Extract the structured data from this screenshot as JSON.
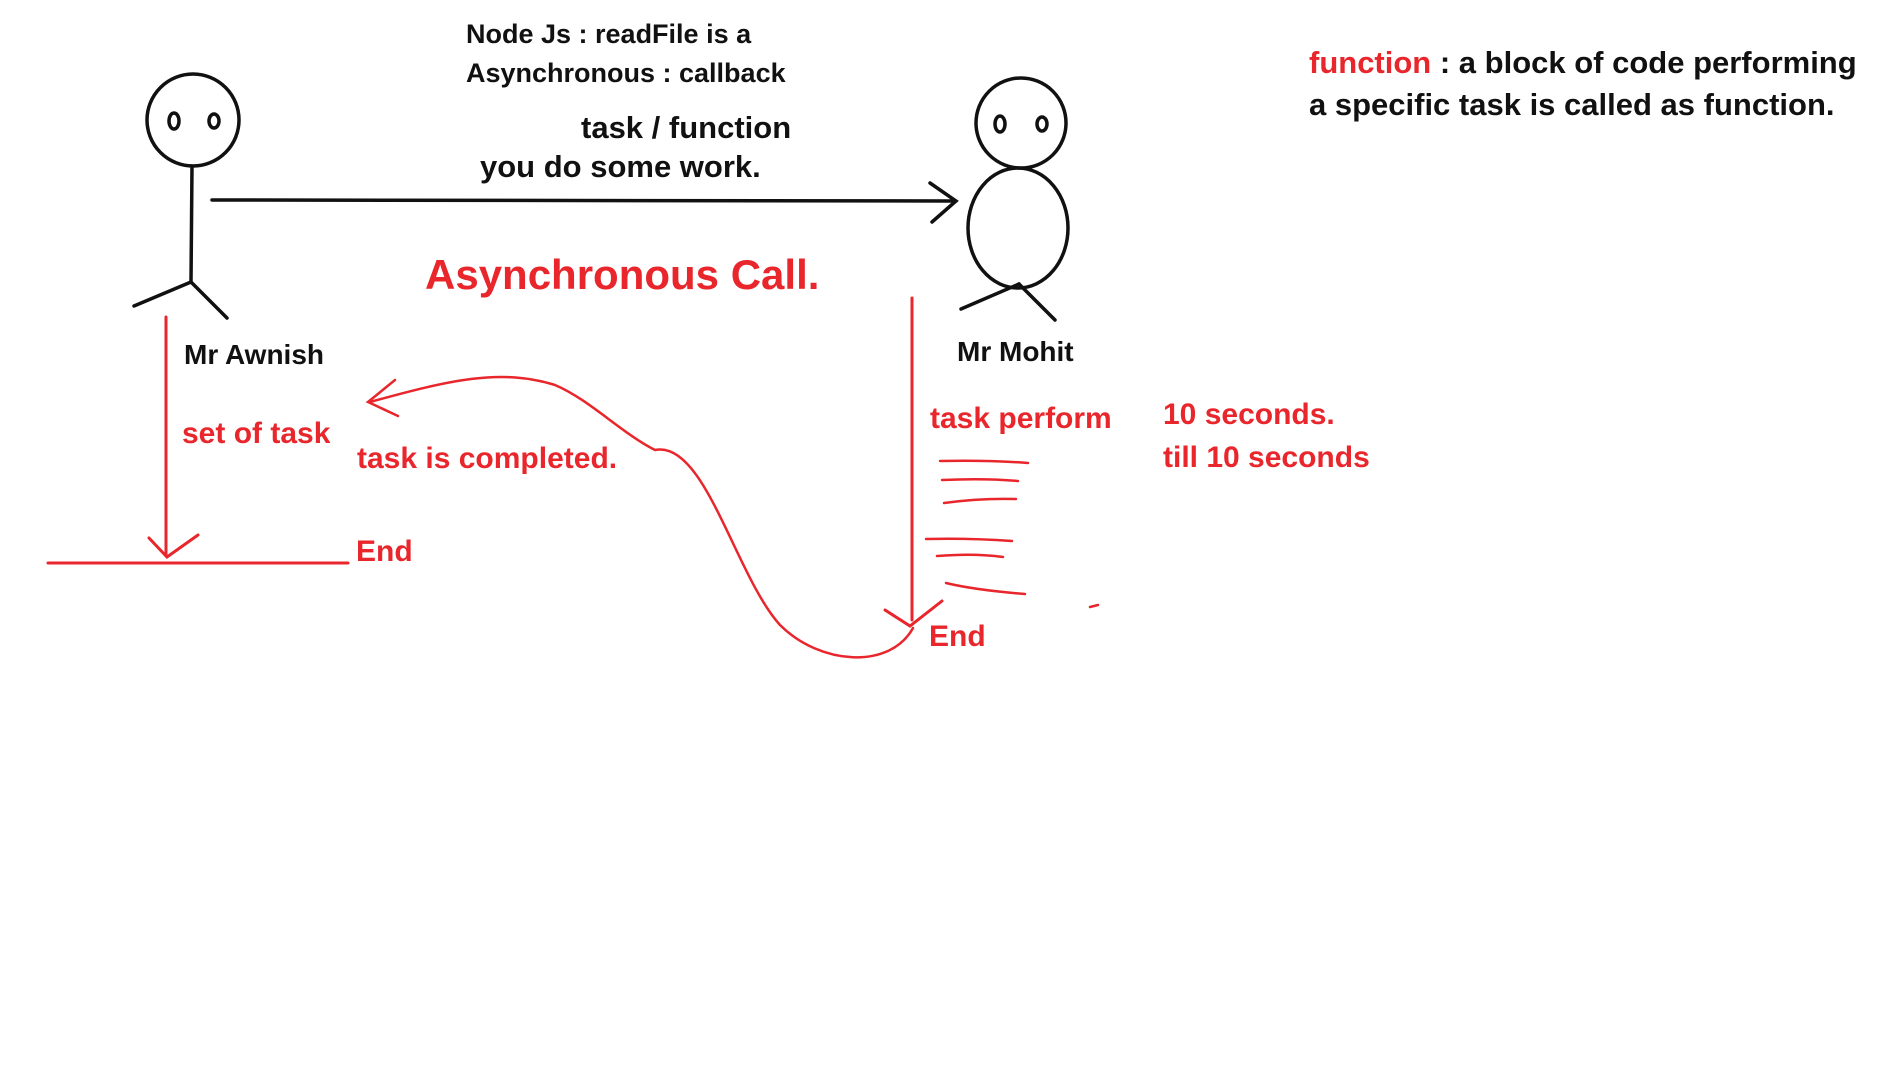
{
  "colors": {
    "ink": "#111111",
    "accent": "#e8262c"
  },
  "header": {
    "line1": "Node Js : readFile is a",
    "line2": "Asynchronous : callback"
  },
  "request": {
    "line1": "task / function",
    "line2": "you do some work."
  },
  "title": "Asynchronous Call.",
  "definition": {
    "term": "function",
    "rest1": " : a block of code performing",
    "line2": "a specific task is called as function."
  },
  "caller": {
    "name": "Mr Awnish",
    "task": "set of task",
    "callback_label": "task is completed.",
    "end_label": "End"
  },
  "worker": {
    "name": "Mr Mohit",
    "task": "task perform",
    "duration1": "10 seconds.",
    "duration2": "till 10 seconds",
    "end_label": "End"
  }
}
